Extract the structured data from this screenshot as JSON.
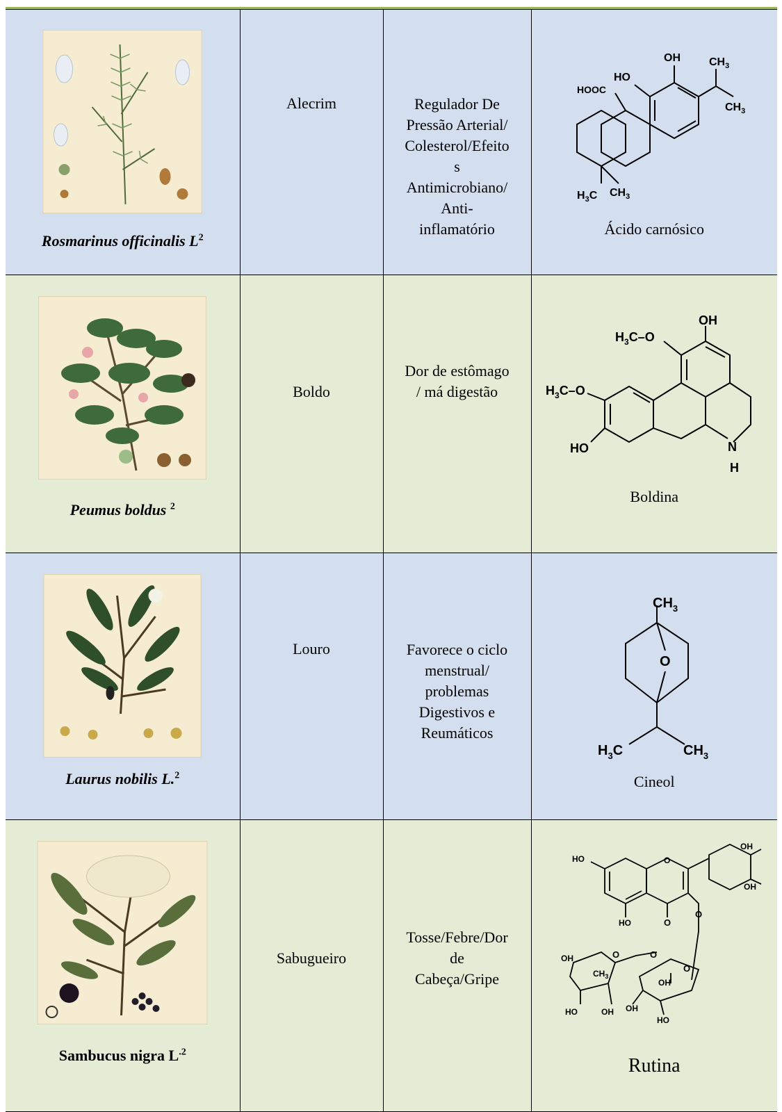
{
  "rows": [
    {
      "species": "Rosmarinus officinalis L",
      "species_sup": "2",
      "common": "Alecrim",
      "usage_lines": [
        "Regulador De",
        "Pressão Arterial/",
        "Colesterol/Efeito",
        "s",
        "Antimicrobiano/",
        "Anti-",
        "inflamatório"
      ],
      "compound": "Ácido carnósico",
      "atoms": [
        "OH",
        "HO",
        "HOOC",
        "CH",
        "3",
        "CH",
        "3",
        "H",
        "3",
        "C",
        "CH",
        "3"
      ]
    },
    {
      "species": "Peumus boldus ",
      "species_sup": "2",
      "common": "Boldo",
      "usage_lines": [
        "Dor de estômago",
        "/ má digestão"
      ],
      "compound": "Boldina",
      "atoms": [
        "OH",
        "H",
        "3",
        "C–O",
        "H",
        "3",
        "C–O",
        "HO",
        "N",
        "H"
      ]
    },
    {
      "species": "Laurus nobilis L.",
      "species_sup": "2",
      "common": "Louro",
      "usage_lines": [
        "Favorece o ciclo",
        "menstrual/",
        "problemas",
        "Digestivos e",
        "Reumáticos"
      ],
      "compound": "Cineol",
      "atoms": [
        "CH",
        "3",
        "O",
        "H",
        "3",
        "C",
        "CH",
        "3"
      ]
    },
    {
      "species": "Sambucus  nigra L",
      "species_sup": ".2",
      "common": "Sabugueiro",
      "usage_lines": [
        "Tosse/Febre/Dor",
        "de",
        "Cabeça/Gripe"
      ],
      "compound": "Rutina",
      "atoms": [
        "OH",
        "HO",
        "O",
        "OH",
        "HO",
        "O",
        "O",
        "OH",
        "O",
        "CH",
        "3",
        "O",
        "O",
        "OH",
        "HO",
        "OH",
        "OH",
        "HO"
      ]
    }
  ],
  "colors": {
    "band_blue": "#d3dfee",
    "band_green": "#e4ecd6",
    "top_line": "#9bbb59",
    "plate": "#f5ecd2"
  }
}
